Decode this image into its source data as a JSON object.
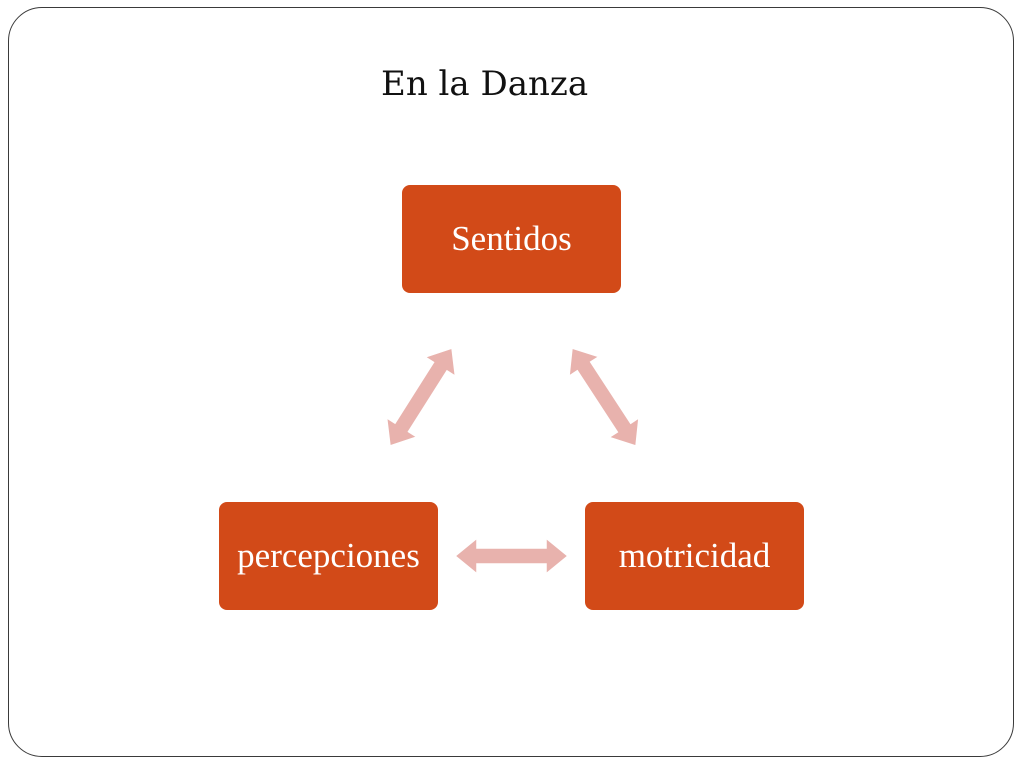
{
  "slide": {
    "title": "En la Danza"
  },
  "diagram": {
    "nodes": [
      {
        "id": "sentidos",
        "label": "Sentidos"
      },
      {
        "id": "percepciones",
        "label": "percepciones"
      },
      {
        "id": "motricidad",
        "label": "motricidad"
      }
    ],
    "edges": [
      {
        "from": "sentidos",
        "to": "percepciones",
        "type": "bidirectional"
      },
      {
        "from": "sentidos",
        "to": "motricidad",
        "type": "bidirectional"
      },
      {
        "from": "percepciones",
        "to": "motricidad",
        "type": "bidirectional"
      }
    ]
  },
  "colors": {
    "node": "#d24a18",
    "arrow_fill": "#e8b2ad",
    "arrow_stroke": "#ffffff",
    "border": "#3a3a3a"
  }
}
